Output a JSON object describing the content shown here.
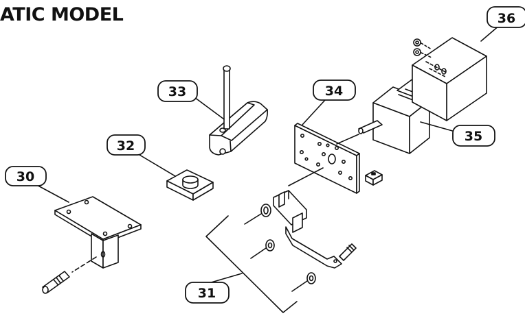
{
  "title": "ATIC MODEL",
  "callouts": [
    {
      "id": "c30",
      "label": "30",
      "part": "mounting bracket with threaded stud"
    },
    {
      "id": "c31",
      "label": "31",
      "part": "clamp hardware group"
    },
    {
      "id": "c32",
      "label": "32",
      "part": "spacer block"
    },
    {
      "id": "c33",
      "label": "33",
      "part": "handle lever"
    },
    {
      "id": "c34",
      "label": "34",
      "part": "motor mounting plate"
    },
    {
      "id": "c35",
      "label": "35",
      "part": "stepper motor"
    },
    {
      "id": "c36",
      "label": "36",
      "part": "motor cover box"
    }
  ],
  "colors": {
    "line": "#111111",
    "label_fill": "#ffffff",
    "background": "#ffffff"
  }
}
